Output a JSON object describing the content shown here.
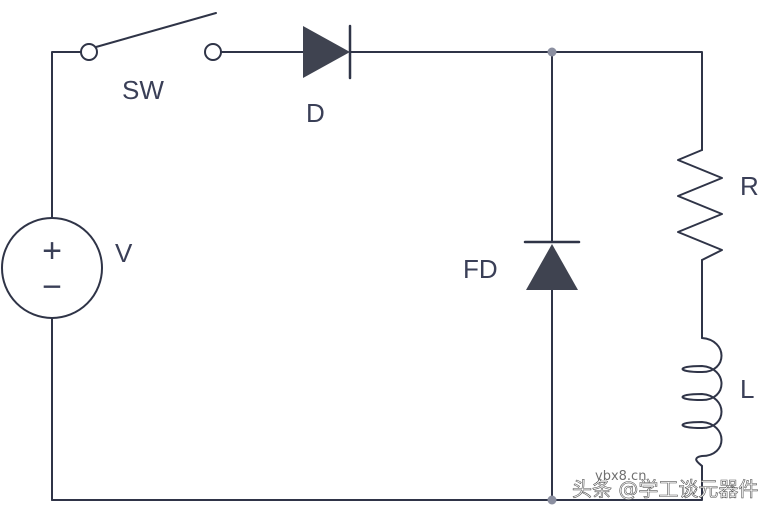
{
  "components": {
    "switch_label": "SW",
    "diode_label": "D",
    "source_label": "V",
    "source_plus": "+",
    "source_minus": "−",
    "freewheel_diode_label": "FD",
    "resistor_label": "R",
    "inductor_label": "L"
  },
  "watermark": {
    "text": "头条 @学工谈元器件",
    "overlay_text": "ybx8.cn"
  },
  "colors": {
    "wire": "#2f3447",
    "diode_fill": "#3f4350",
    "background": "#ffffff",
    "label": "#3a3f57"
  }
}
